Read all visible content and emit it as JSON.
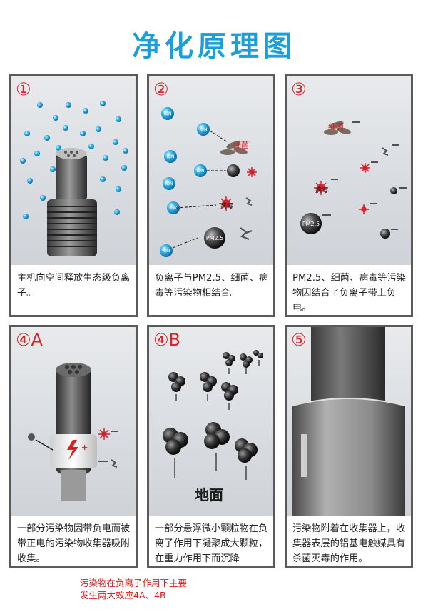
{
  "title": "净化原理图",
  "panels": [
    {
      "num": "①",
      "caption": "主机向空间释放生态级负离子。"
    },
    {
      "num": "②",
      "caption": "负离子与PM2.5、细菌、病毒等污染物相结合。",
      "labels": {
        "ion": "ION",
        "bacteria": "细菌",
        "virus": "病毒",
        "pm": "PM2.5"
      }
    },
    {
      "num": "③",
      "caption": "PM2.5、细菌、病毒等污染物因结合了负离子带上负电。",
      "labels": {
        "bacteria": "细菌",
        "virus": "病毒",
        "pm": "PM2.5"
      }
    },
    {
      "num": "④A",
      "caption": "一部分污染物因带负电而被带正电的污染物收集器吸附收集。"
    },
    {
      "num": "④B",
      "caption": "一部分悬浮微小颗粒物在负离子作用下凝聚成大颗粒，在重力作用下而沉降",
      "labels": {
        "ground": "地面"
      }
    },
    {
      "num": "⑤",
      "caption": "污染物附着在收集器上，收集器表层的铝基电触媒具有杀菌灭毒的作用。"
    }
  ],
  "note": [
    "污染物在负离子作用下主要",
    "发生两大效应4A、4B"
  ],
  "colors": {
    "title": "#1a9fd8",
    "accent": "#d8232a",
    "border": "#5a5a5a"
  }
}
